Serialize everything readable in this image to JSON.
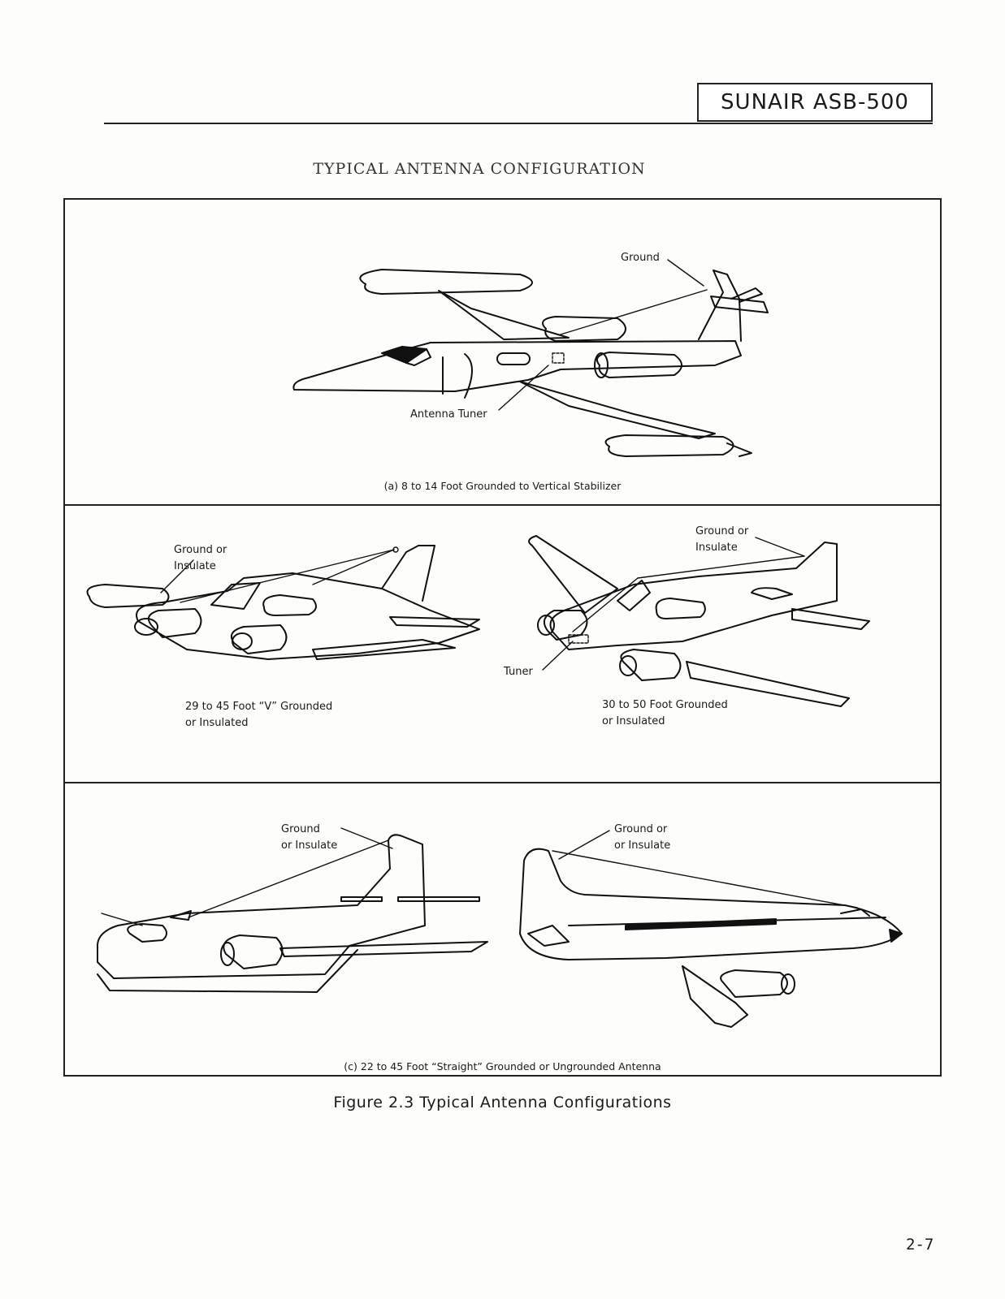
{
  "header": {
    "model_box": "SUNAIR ASB-500"
  },
  "page_title": "TYPICAL ANTENNA CONFIGURATION",
  "panel_a": {
    "ground_label": "Ground",
    "tuner_label": "Antenna Tuner",
    "caption": "(a)  8 to 14 Foot Grounded to Vertical Stabilizer"
  },
  "panel_b": {
    "left": {
      "callout": "Ground or\nInsulate",
      "caption": "29 to 45 Foot “V” Grounded\nor Insulated"
    },
    "right": {
      "callout": "Ground or\nInsulate",
      "tuner_label": "Tuner",
      "caption": "30 to 50 Foot Grounded\nor Insulated"
    }
  },
  "panel_c": {
    "left_callout": "Ground\nor Insulate",
    "right_callout": "Ground or\nor Insulate",
    "caption": "(c)  22 to 45 Foot “Straight” Grounded or Ungrounded Antenna"
  },
  "figure_caption": "Figure 2.3  Typical Antenna Configurations",
  "page_number": "2-7"
}
